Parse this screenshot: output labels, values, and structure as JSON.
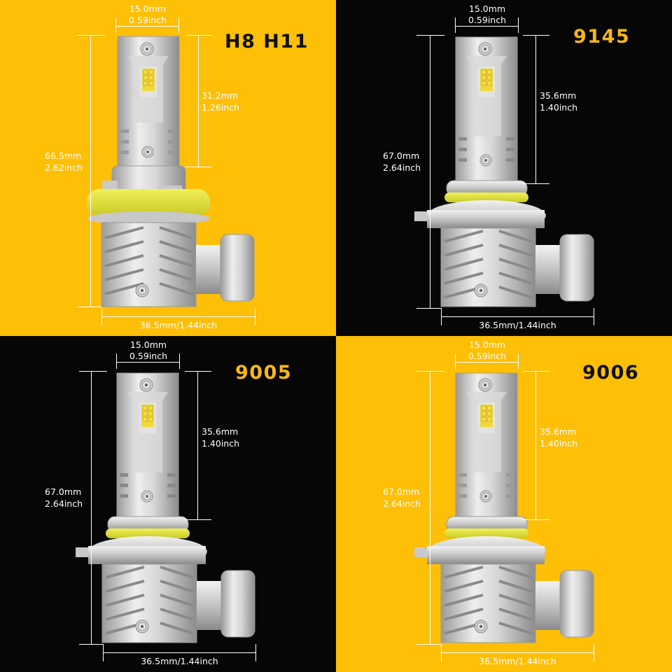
{
  "colors": {
    "yellow_bg": "#FEBF07",
    "black_bg": "#060606",
    "title_on_yellow": "#111111",
    "title_on_black": "#F6B71A",
    "dimension_text": "#FFFFFF",
    "ring_yellow_green": "#E8E83A"
  },
  "panels": [
    {
      "model": "H8 H11",
      "background": "yellow",
      "width_mm": "15.0mm",
      "width_in": "0.59inch",
      "head_height_mm": "31.2mm",
      "head_height_in": "1.26inch",
      "total_height_mm": "66.5mm",
      "total_height_in": "2.62inch",
      "base_width": "36.5mm/1.44inch"
    },
    {
      "model": "9145",
      "background": "black",
      "width_mm": "15.0mm",
      "width_in": "0.59inch",
      "head_height_mm": "35.6mm",
      "head_height_in": "1.40inch",
      "total_height_mm": "67.0mm",
      "total_height_in": "2.64inch",
      "base_width": "36.5mm/1.44inch"
    },
    {
      "model": "9005",
      "background": "black",
      "width_mm": "15.0mm",
      "width_in": "0.59inch",
      "head_height_mm": "35.6mm",
      "head_height_in": "1.40inch",
      "total_height_mm": "67.0mm",
      "total_height_in": "2.64inch",
      "base_width": "36.5mm/1.44inch"
    },
    {
      "model": "9006",
      "background": "yellow",
      "width_mm": "15.0mm",
      "width_in": "0.59inch",
      "head_height_mm": "35.6mm",
      "head_height_in": "1.40inch",
      "total_height_mm": "67.0mm",
      "total_height_in": "2.64inch",
      "base_width": "36.5mm/1.44inch"
    }
  ]
}
